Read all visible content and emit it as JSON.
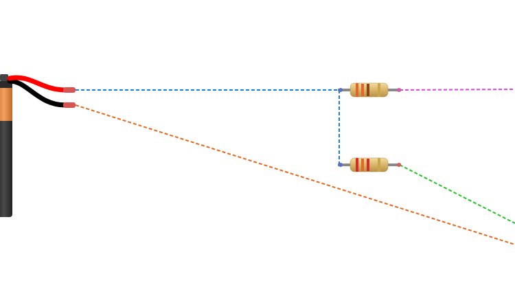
{
  "components": {
    "battery": {
      "icon": "battery-icon",
      "top_color": "#e8924f",
      "body_color": "#3a3a3a"
    },
    "resistor_top": {
      "icon": "resistor-icon",
      "bands": [
        "#e0662a",
        "#e0662a",
        "#8b4513",
        "#c9a64a"
      ]
    },
    "resistor_bottom": {
      "icon": "resistor-icon",
      "bands": [
        "#d42a2a",
        "#e0662a",
        "#d42a2a",
        "#c9a64a"
      ]
    }
  },
  "wires": {
    "positive_lead": {
      "color": "#ff0000"
    },
    "negative_lead": {
      "color": "#000000"
    },
    "blue": {
      "color": "#1a7fd4",
      "style": "dashed"
    },
    "orange": {
      "color": "#e8661a",
      "style": "dashed"
    },
    "magenta": {
      "color": "#e040e0",
      "style": "dashed"
    },
    "green": {
      "color": "#22c422",
      "style": "dashed"
    }
  }
}
